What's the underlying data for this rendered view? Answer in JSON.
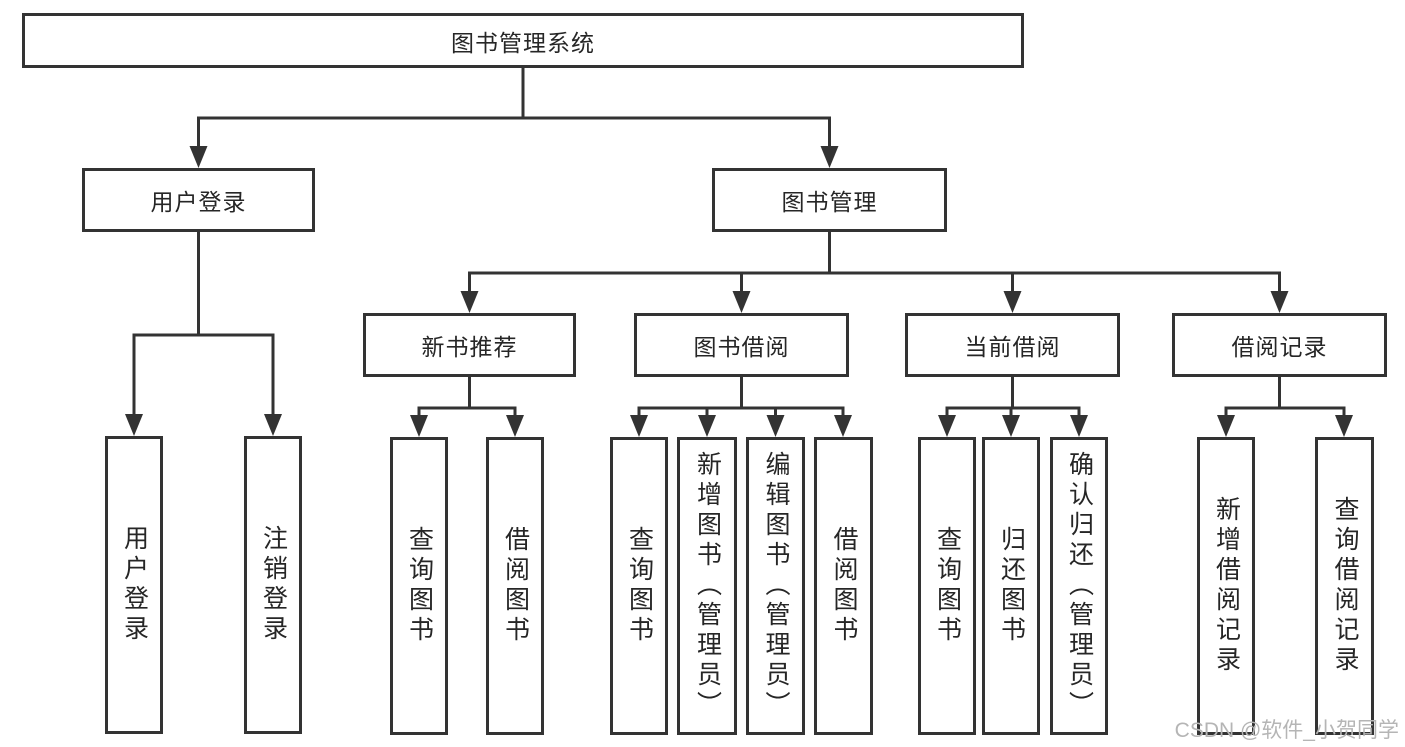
{
  "tree": {
    "label": "图书管理系统",
    "children": [
      {
        "label": "用户登录",
        "children": [
          {
            "label": "用户登录"
          },
          {
            "label": "注销登录"
          }
        ]
      },
      {
        "label": "图书管理",
        "children": [
          {
            "label": "新书推荐",
            "children": [
              {
                "label": "查询图书"
              },
              {
                "label": "借阅图书"
              }
            ]
          },
          {
            "label": "图书借阅",
            "children": [
              {
                "label": "查询图书"
              },
              {
                "label": "新增图书（管理员）"
              },
              {
                "label": "编辑图书（管理员）"
              },
              {
                "label": "借阅图书"
              }
            ]
          },
          {
            "label": "当前借阅",
            "children": [
              {
                "label": "查询图书"
              },
              {
                "label": "归还图书"
              },
              {
                "label": "确认归还（管理员）"
              }
            ]
          },
          {
            "label": "借阅记录",
            "children": [
              {
                "label": "新增借阅记录"
              },
              {
                "label": "查询借阅记录"
              }
            ]
          }
        ]
      }
    ]
  },
  "watermark": {
    "text": "CSDN @软件_小贺同学"
  },
  "colors": {
    "line": "#333333",
    "text": "#262626",
    "background": "#ffffff",
    "watermark_text": "#b5b5b5"
  }
}
